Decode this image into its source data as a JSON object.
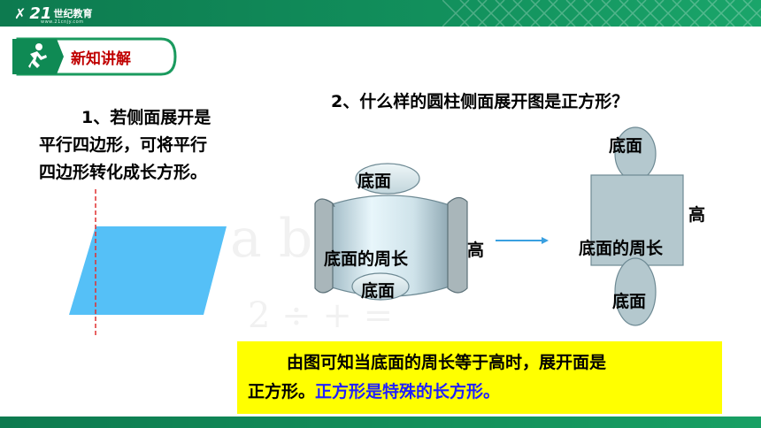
{
  "header": {
    "logo_number": "21",
    "logo_text": "世纪教育",
    "logo_url": "www.21cnjy.com"
  },
  "badge": {
    "label": "新知讲解",
    "icon": "runner-icon"
  },
  "left_text": {
    "lines": [
      "1、若侧面展开是",
      "平行四边形，可将平行",
      "四边形转化成长方形。"
    ]
  },
  "question": "2、什么样的圆柱侧面展开图是正方形？",
  "cylinder_labels": {
    "top": "底面",
    "side": "底面的周长",
    "bottom": "底面",
    "height": "高"
  },
  "square_net_labels": {
    "top": "底面",
    "height": "高",
    "side": "底面的周长",
    "bottom": "底面"
  },
  "conclusion": {
    "part1_line1": "由图可知当底面的周长等于高时，展开面是",
    "part1_line2": "正方形。",
    "emphasis": "正方形是特殊的长方形。"
  },
  "colors": {
    "banner_green": "#0d7a4f",
    "badge_red": "#c00000",
    "parallelogram_blue": "#55c0f7",
    "highlight_yellow": "#ffff00",
    "emphasis_blue": "#1f1fff"
  }
}
